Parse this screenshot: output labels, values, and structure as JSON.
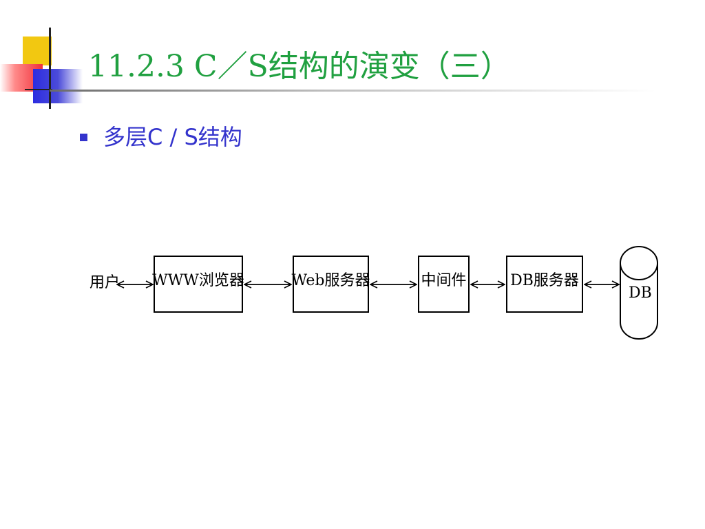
{
  "slide": {
    "title": "11.2.3  C／S结构的演变（三）",
    "bullet": "多层C / S结构"
  },
  "diagram": {
    "user_label": "用户",
    "nodes": [
      {
        "label": "WWW浏览器"
      },
      {
        "label": "Web服务器"
      },
      {
        "label": "中间件"
      },
      {
        "label": "DB服务器"
      }
    ],
    "database_label": "DB",
    "connections": [
      "bidirectional",
      "bidirectional",
      "bidirectional",
      "bidirectional",
      "bidirectional"
    ]
  },
  "colors": {
    "title": "#20a040",
    "bullet": "#3333cc",
    "diagram_stroke": "#000000"
  }
}
